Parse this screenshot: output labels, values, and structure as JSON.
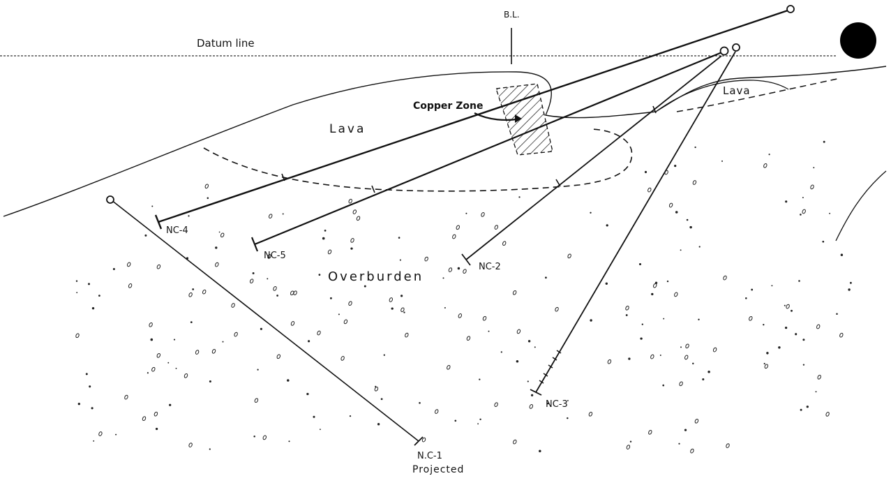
{
  "labels": {
    "datum_line": "Datum line",
    "base_line": "B.L.",
    "lava_main": "Lava",
    "lava_right": "Lava",
    "copper_zone": "Copper Zone",
    "overburden": "Overburden"
  },
  "holes": [
    {
      "id": "nc1",
      "label": "N.C-1",
      "note": "Projected"
    },
    {
      "id": "nc2",
      "label": "NC-2"
    },
    {
      "id": "nc3",
      "label": "NC-3"
    },
    {
      "id": "nc4",
      "label": "NC-4"
    },
    {
      "id": "nc5",
      "label": "NC-5"
    }
  ],
  "colors": {
    "ink": "#111111",
    "paper": "#ffffff"
  }
}
